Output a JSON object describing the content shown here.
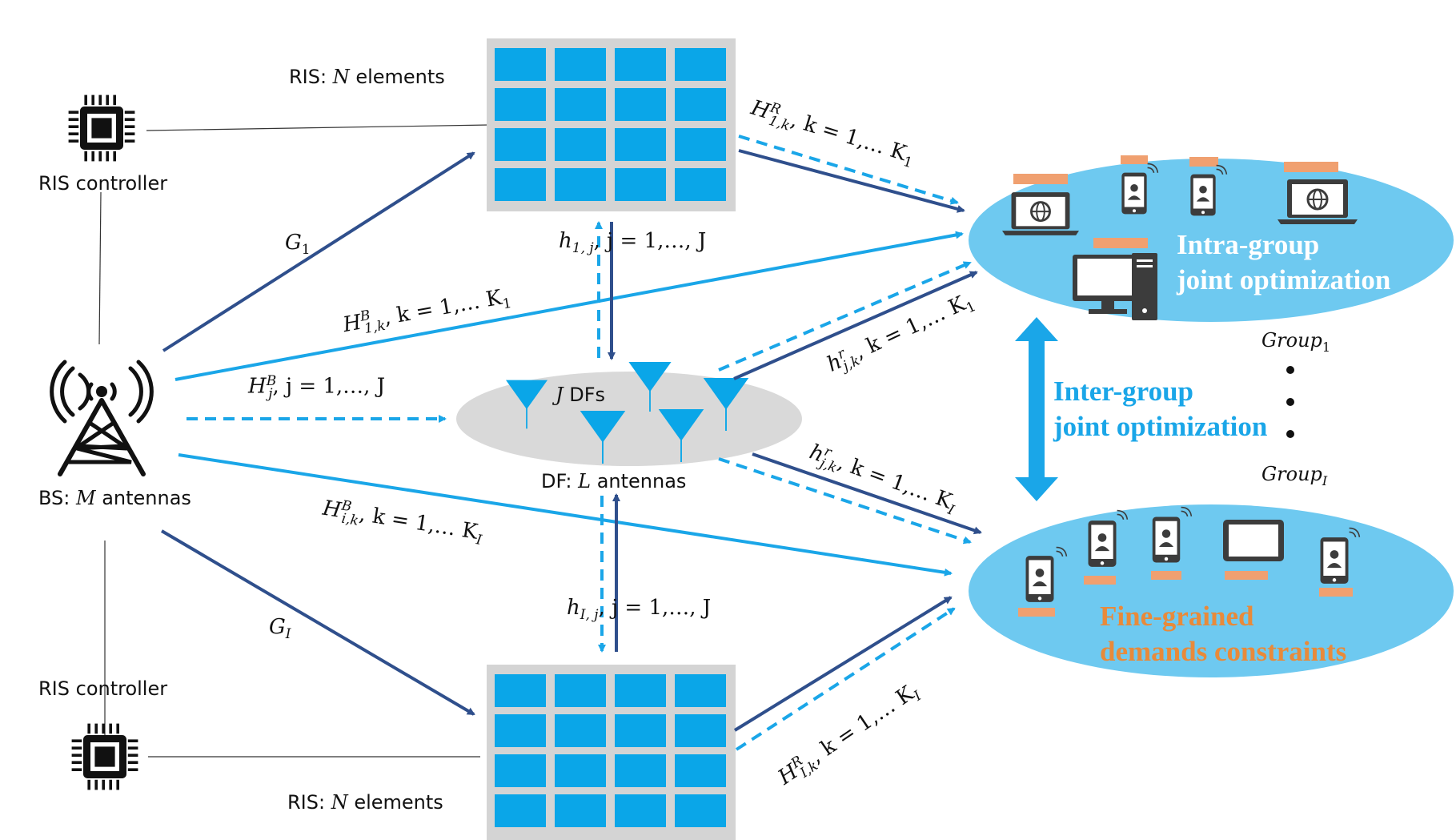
{
  "colors": {
    "dark_arrow": "#2f4f8c",
    "light_arrow": "#1aa6e8",
    "ris_tile": "#0aa6e8",
    "ris_frame": "#d4d4d4",
    "group_ellipse": "#6ec9f0",
    "df_ellipse": "#d9d9d9",
    "antenna": "#0aa6e8",
    "device_badge": "#f0a070",
    "device_gray": "#3c3c3c",
    "inter_group_text": "#1aa6e8",
    "fine_grained_text": "#e88a3a"
  },
  "ris_top": {
    "label_prefix": "RIS: ",
    "label_var": "N",
    "label_suffix": " elements",
    "controller": "RIS controller"
  },
  "ris_bottom": {
    "label_prefix": "RIS: ",
    "label_var": "N",
    "label_suffix": " elements",
    "controller": "RIS controller"
  },
  "bs": {
    "label_prefix": "BS: ",
    "label_var": "M",
    "label_suffix": " antennas"
  },
  "df": {
    "count_var": "J",
    "count_suffix": " DFs",
    "label_prefix": "DF: ",
    "label_var": "L",
    "label_suffix": " antennas"
  },
  "channels": {
    "G1": {
      "base": "G",
      "sub": "1"
    },
    "GI": {
      "base": "G",
      "sub": "I"
    },
    "H1kR": {
      "base": "H",
      "sup": "R",
      "sub": "1,k",
      "rest": ", k = 1,… K",
      "rest_sub": "1"
    },
    "HIkR": {
      "base": "H",
      "sup": "R",
      "sub": "I,k",
      "rest": ", k = 1,… K",
      "rest_sub": "I"
    },
    "H1kB": {
      "base": "H",
      "sup": "B",
      "sub": "1,k",
      "rest": ", k = 1,… K",
      "rest_sub": "1"
    },
    "HikB": {
      "base": "H",
      "sup": "B",
      "sub": "i,k",
      "rest": ", k = 1,… K",
      "rest_sub": "I"
    },
    "HjB": {
      "base": "H",
      "sup": "B",
      "sub": "j",
      "rest": ", j = 1,…, J"
    },
    "h1j": {
      "base": "h",
      "sub": "1, j",
      "rest": ", j = 1,…, J"
    },
    "hIj": {
      "base": "h",
      "sub": "I, j",
      "rest": ", j = 1,…, J"
    },
    "hjk_top": {
      "base": "h",
      "sup": "r",
      "sub": "j,k",
      "rest": ", k = 1,… K",
      "rest_sub": "1"
    },
    "hjk_bot": {
      "base": "h",
      "sup": "r",
      "sub": "j,k",
      "rest": ", k = 1,… K",
      "rest_sub": "I"
    }
  },
  "groups": {
    "intra_line1": "Intra-group",
    "intra_line2": "joint optimization",
    "inter_line1": "Inter-group",
    "inter_line2": "joint optimization",
    "fine_line1": "Fine-grained",
    "fine_line2": "demands constraints",
    "group1_base": "Group",
    "group1_sub": "1",
    "groupI_base": "Group",
    "groupI_sub": "I"
  },
  "icons": [
    "chip-icon",
    "ris-panel-icon",
    "cell-tower-icon",
    "antenna-icon",
    "laptop-icon",
    "phone-icon",
    "desktop-icon",
    "tablet-icon"
  ]
}
